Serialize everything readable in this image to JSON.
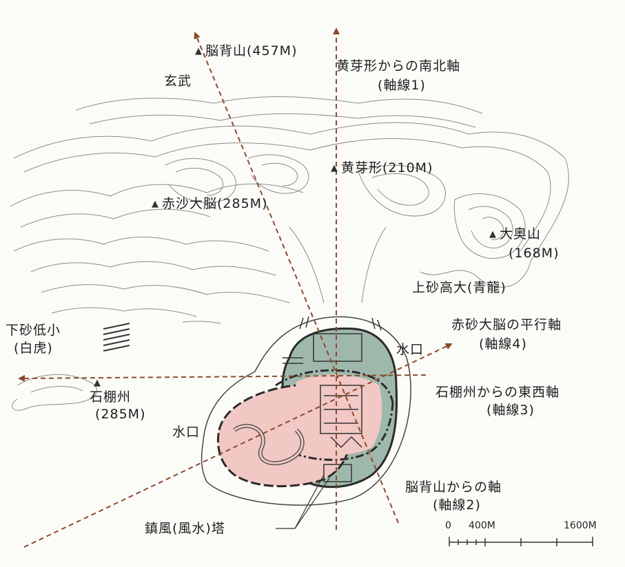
{
  "labels": {
    "noese": "脳背山(457M)",
    "genbu": "玄武",
    "axis1_title": "黄芽形からの南北軸",
    "axis1_sub": "(軸線1)",
    "kouga": "黄芽形(210M)",
    "sekisha": "赤沙大脳(285M)",
    "daiou": "大奥山",
    "daiou_elev": "(168M)",
    "seiryu": "上砂高大(青龍)",
    "byakko1": "下砂低小",
    "byakko2": "(白虎)",
    "axis4_title": "赤砂大脳の平行軸",
    "axis4_sub": "(軸線4)",
    "suikou_ne": "水口",
    "axis3_title": "石棚州からの東西軸",
    "axis3_sub": "(軸線3)",
    "sekihou": "石棚州",
    "sekihou_elev": "(285M)",
    "suikou_w": "水口",
    "axis2_title": "脳背山からの軸",
    "axis2_sub": "(軸線2)",
    "tower": "鎮風(風水)塔"
  },
  "scale": {
    "t0": "0",
    "t1": "400M",
    "t2": "1600M"
  },
  "colors": {
    "axis": "#8a4a2a",
    "contour": "#8a8a8a",
    "pink": "#f2c8c4",
    "green": "#9fb8ac",
    "boundary": "#2a2a2a"
  }
}
